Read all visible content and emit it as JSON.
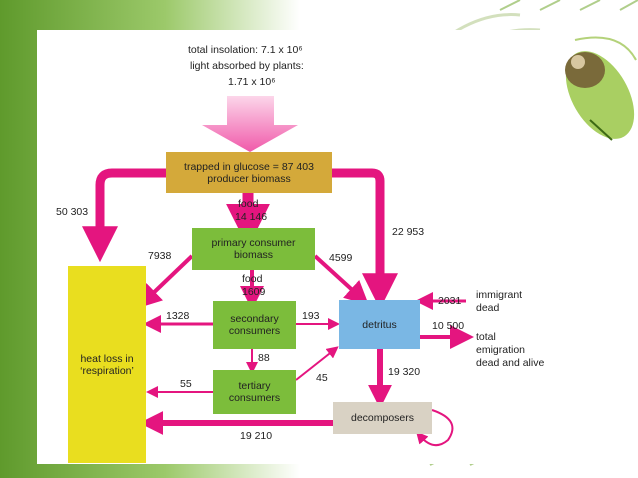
{
  "insolation": {
    "line1": "total insolation: 7.1 x 10⁶",
    "line2": "light absorbed by plants:",
    "line3": "1.71 x 10⁶"
  },
  "boxes": {
    "producer": {
      "line1": "trapped in glucose = 87 403",
      "line2": "producer biomass"
    },
    "primary": {
      "line1": "primary consumer",
      "line2": "biomass"
    },
    "secondary": {
      "line1": "secondary",
      "line2": "consumers"
    },
    "tertiary": {
      "line1": "tertiary",
      "line2": "consumers"
    },
    "detritus": {
      "line1": "detritus"
    },
    "decomposers": {
      "line1": "decomposers"
    },
    "heat": {
      "line1": "heat loss in",
      "line2": "‘respiration’"
    }
  },
  "flows": {
    "producer_heat": "50 303",
    "producer_detritus": "22 953",
    "food1_word": "food",
    "food1_value": "14 146",
    "primary_heat": "7938",
    "primary_detritus": "4599",
    "food2_word": "food",
    "food2_value": "1609",
    "secondary_heat": "1328",
    "secondary_detritus": "193",
    "secondary_tertiary": "88",
    "tertiary_heat": "55",
    "tertiary_detritus": "45",
    "detritus_decomposers": "19 320",
    "decomposers_heat": "19 210",
    "immigrant_value": "2031",
    "immigrant_line1": "immigrant",
    "immigrant_line2": "dead",
    "emigration_value": "10 500",
    "emigration_line1": "total",
    "emigration_line2": "emigration",
    "emigration_line3": "dead and alive"
  },
  "colors": {
    "arrow": "#e4157f",
    "insolation_arrow": "#f47bbf",
    "producer_box": "#d4a93a",
    "consumer_box": "#7cbd3b",
    "detritus_box": "#7ab7e4",
    "decomposers_box": "#d9d2c4",
    "heat_box": "#e9de1f"
  }
}
